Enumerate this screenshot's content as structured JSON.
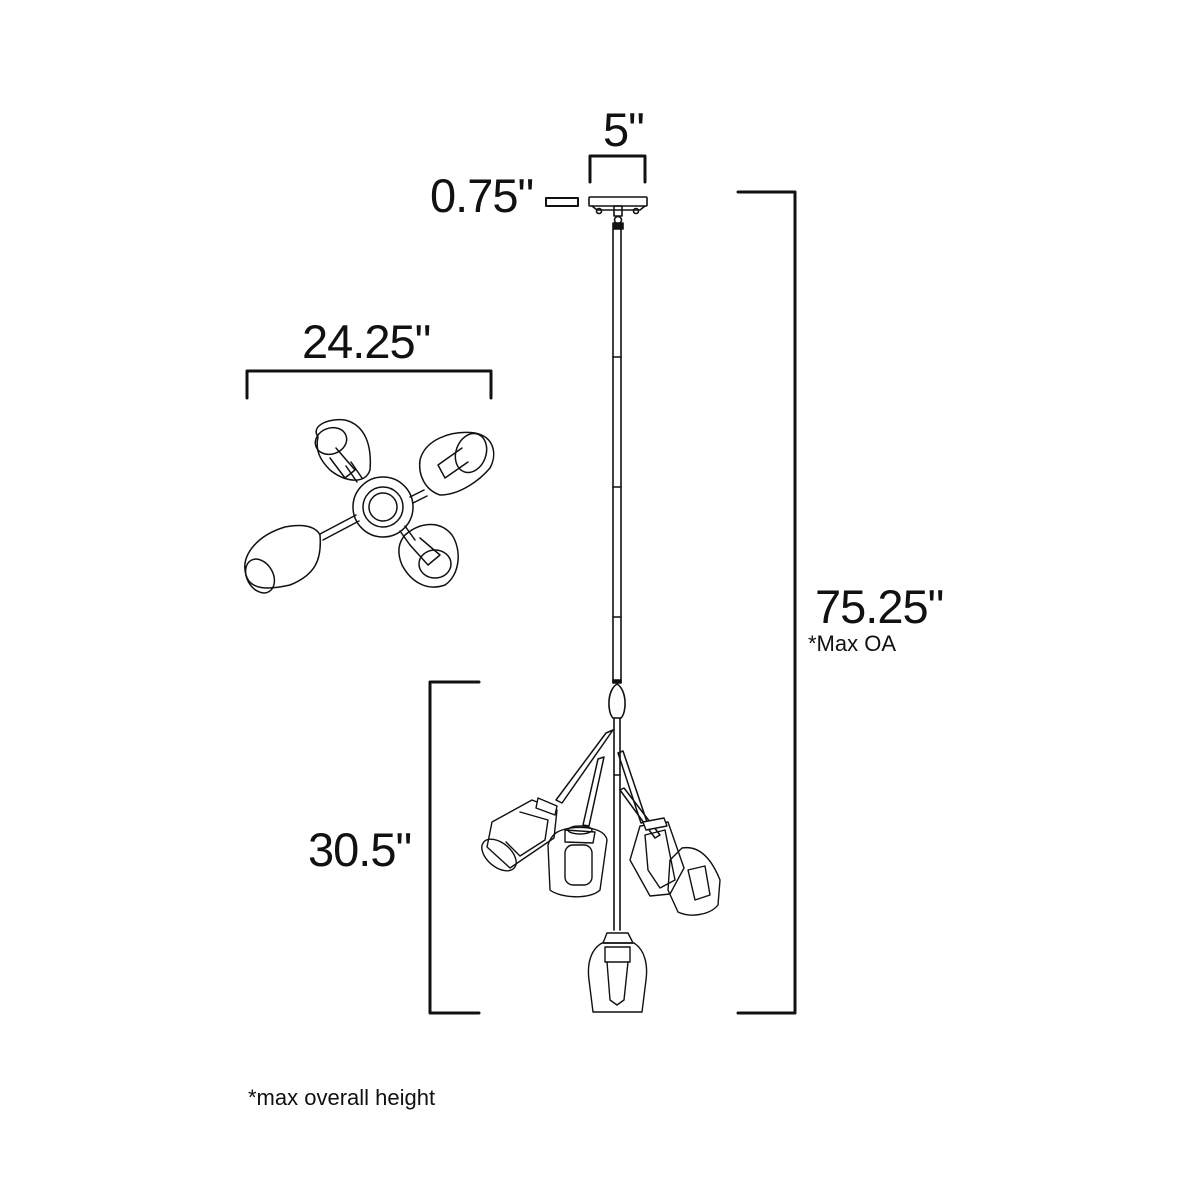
{
  "diagram": {
    "type": "product dimension drawing",
    "subject": "5-light pendant chandelier",
    "colors": {
      "line": "#111111",
      "background": "#ffffff"
    },
    "dimensions": {
      "canopy_width": "5\"",
      "canopy_height": "0.75\"",
      "fixture_width": "24.25\"",
      "overall_height": "75.25\"",
      "overall_height_note": "*Max OA",
      "body_height": "30.5\""
    },
    "footnote": "*max overall height",
    "views": [
      "top view",
      "side elevation"
    ]
  }
}
